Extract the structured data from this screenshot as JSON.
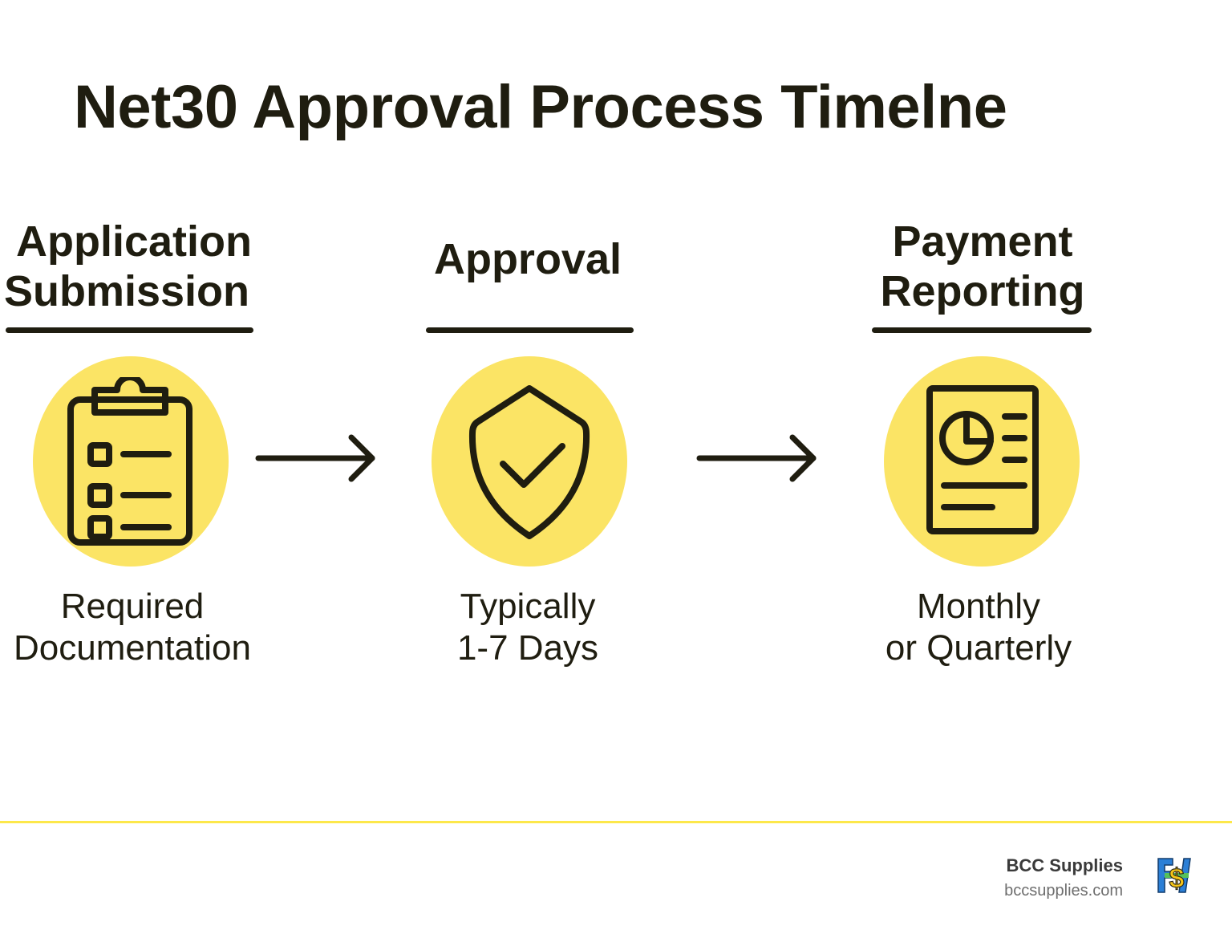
{
  "title": "Net30 Approval Process Timelne",
  "colors": {
    "accent_yellow": "#fbe465",
    "footer_line": "#fde84a",
    "ink": "#1f1d10",
    "brand_name": "#3a3a3a",
    "brand_url": "#6e6e6e"
  },
  "steps": [
    {
      "heading_line1": "Application",
      "heading_line2": "Submission",
      "icon": "clipboard-checklist-icon",
      "caption_line1": "Required",
      "caption_line2": "Documentation"
    },
    {
      "heading_line1": "Approval",
      "icon": "shield-check-icon",
      "caption_line1": "Typically",
      "caption_line2": "1-7 Days"
    },
    {
      "heading_line1": "Payment",
      "heading_line2": "Reporting",
      "icon": "report-document-icon",
      "caption_line1": "Monthly",
      "caption_line2": "or Quarterly"
    }
  ],
  "arrows": [
    "arrow-right-icon",
    "arrow-right-icon"
  ],
  "footer": {
    "brand_name": "BCC Supplies",
    "brand_url": "bccsupplies.com",
    "logo": "fsv-dollar-logo"
  }
}
